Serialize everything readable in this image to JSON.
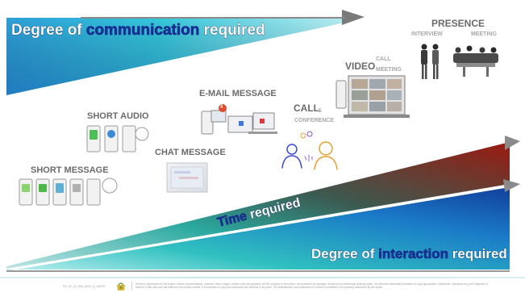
{
  "banners": {
    "communication": {
      "prefix": "Degree of ",
      "highlight": "communication",
      "suffix": " required"
    },
    "time": {
      "highlight": "Time",
      "suffix": " required"
    },
    "interaction": {
      "prefix": "Degree of ",
      "highlight": "interaction",
      "suffix": " required"
    }
  },
  "labels": {
    "short_message": "SHORT MESSAGE",
    "short_audio": "SHORT AUDIO",
    "chat_message": "CHAT MESSAGE",
    "email_message": "E-MAIL MESSAGE",
    "call": "CALL",
    "call_amp": "&",
    "conference": "CONFERENCE",
    "video": "VIDEO",
    "video_call": "CALL",
    "video_meeting": "MEETING",
    "presence": "PRESENCE",
    "interview": "INTERVIEW",
    "meeting": "MEETING"
  },
  "email_badge": "4",
  "footer": {
    "code": "SY_AC_02_004_A012_D_04/370",
    "text": "All that is reproduced in this project: videos, documentation, contents, texts, images, artistic work and graphics, are the property of the author, are protected by copyright, as well as by intellectual property rights. It is therefore absolutely forbidden to copy, appropriate, redistribute, reproduce any part, fragment or element of the work and the interest of the author himself. It is forbidden to copy and reproduce the contents in any form.   The redistribution and publication of content is prohibited, not expressly authorized by the author."
  },
  "colors": {
    "teal": "#2bb7c4",
    "blue": "#1a64c8",
    "dark_red": "#8b1a12",
    "highlight": "#1a2f9c",
    "label_gray": "#6b6b6b"
  }
}
